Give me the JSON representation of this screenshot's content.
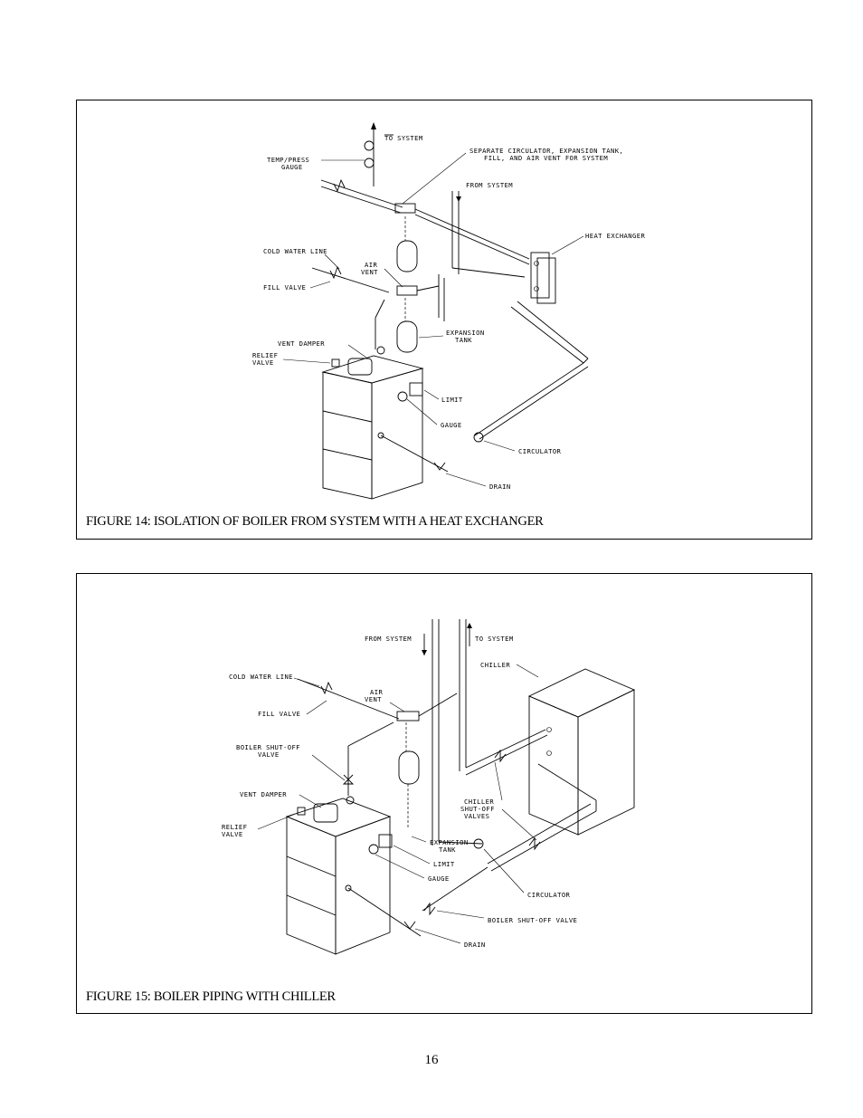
{
  "figure14": {
    "caption": "FIGURE 14: ISOLATION OF BOILER FROM SYSTEM WITH A HEAT EXCHANGER",
    "labels": {
      "to_system": "TO SYSTEM",
      "temp_press_1": "TEMP/PRESS",
      "temp_press_2": "GAUGE",
      "separate_1": "SEPARATE CIRCULATOR, EXPANSION TANK,",
      "separate_2": "FILL, AND AIR VENT FOR SYSTEM",
      "from_system": "FROM SYSTEM",
      "heat_exchanger": "HEAT EXCHANGER",
      "cold_water_line": "COLD WATER LINE",
      "air_vent_1": "AIR",
      "air_vent_2": "VENT",
      "fill_valve": "FILL VALVE",
      "expansion_1": "EXPANSION",
      "expansion_2": "TANK",
      "vent_damper": "VENT DAMPER",
      "relief_1": "RELIEF",
      "relief_2": "VALVE",
      "limit": "LIMIT",
      "gauge": "GAUGE",
      "circulator": "CIRCULATOR",
      "drain": "DRAIN"
    }
  },
  "figure15": {
    "caption": "FIGURE 15: BOILER PIPING WITH CHILLER",
    "labels": {
      "from_system": "FROM SYSTEM",
      "to_system": "TO SYSTEM",
      "chiller": "CHILLER",
      "cold_water_line": "COLD WATER LINE",
      "air_vent_1": "AIR",
      "air_vent_2": "VENT",
      "fill_valve": "FILL VALVE",
      "boiler_shutoff_1": "BOILER SHUT-OFF",
      "boiler_shutoff_2": "VALVE",
      "chiller_shutoff_1": "CHILLER",
      "chiller_shutoff_2": "SHUT-OFF",
      "chiller_shutoff_3": "VALVES",
      "vent_damper": "VENT DAMPER",
      "relief_1": "RELIEF",
      "relief_2": "VALVE",
      "expansion_1": "EXPANSION",
      "expansion_2": "TANK",
      "limit": "LIMIT",
      "gauge": "GAUGE",
      "circulator": "CIRCULATOR",
      "boiler_shutoff_valve": "BOILER SHUT-OFF VALVE",
      "drain": "DRAIN"
    }
  },
  "page_number": "16"
}
